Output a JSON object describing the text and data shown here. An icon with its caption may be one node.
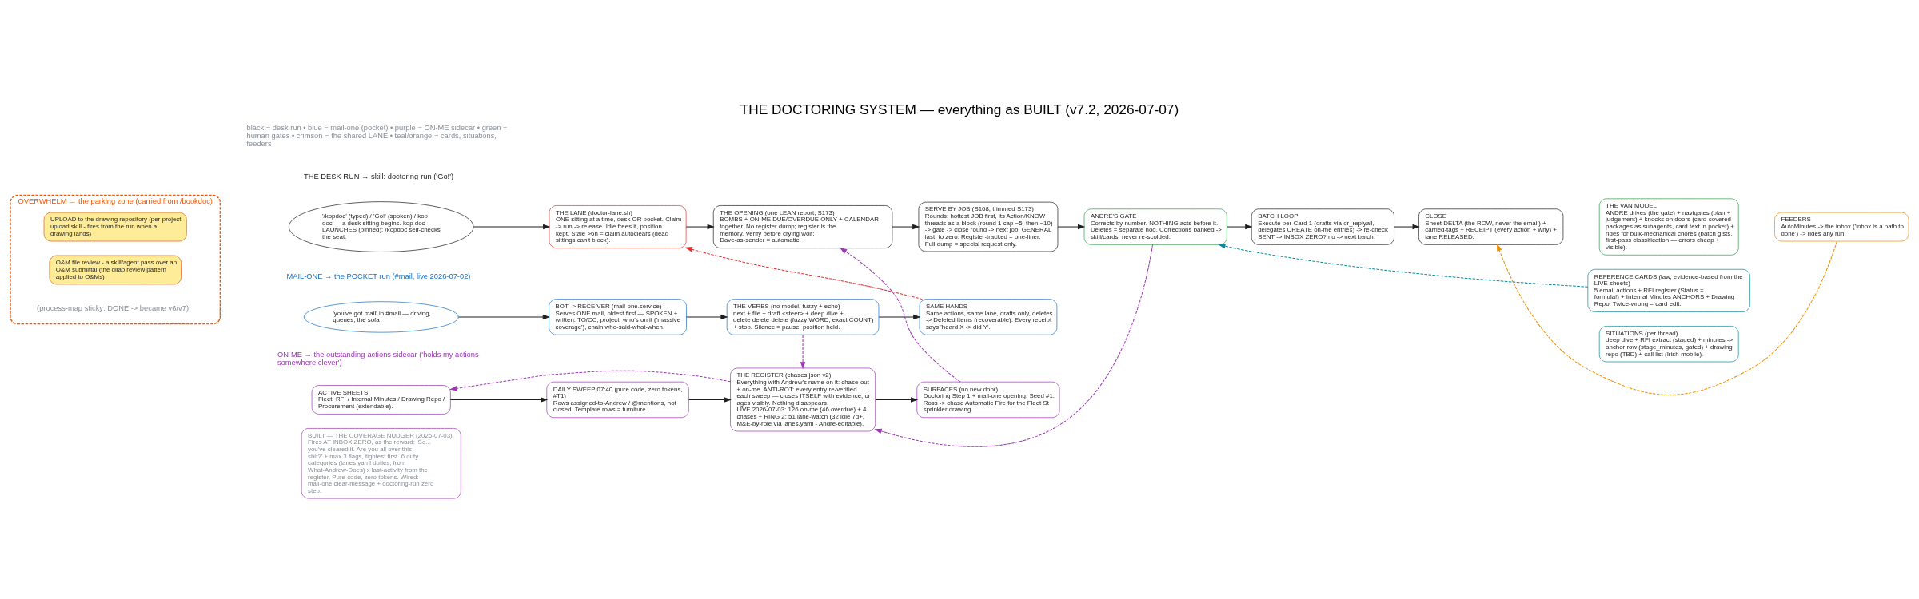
{
  "diagram": {
    "title": "THE DOCTORING SYSTEM — everything as BUILT (v7.2, 2026-07-07)",
    "nodes": [
      {
        "text": [
          "OVERWHELM → the parking zone (carried from /bookdoc)"
        ]
      },
      {
        "text": [
          "UPLOAD to the drawing repository (per-project upload skill - fires from the run when a drawing lands)"
        ],
        "in": 0
      },
      {
        "text": [
          "O&M file review - a skill/agent pass over an O&M submittal (the dilap review pattern applied to O&Ms)"
        ],
        "in": 0
      },
      {
        "text": [
          "'/kopdoc' (typed) / 'Go!' (spoken) / kop doc — a desk sitting begins. kop doc LAUNCHES (pinned); /kopdoc self-checks the seat."
        ]
      },
      {
        "text": [
          "THE LANE (doctor-lane.sh)",
          "ONE sitting at a time, desk OR pocket. Claim -> run -> release. Idle frees it, position kept. Stale >6h = claim autoclears (dead sittings can't block)."
        ]
      },
      {
        "text": [
          "THE OPENING (one LEAN report, S173)",
          "BOMBS + ON-ME DUE/OVERDUE ONLY + CALENDAR - together. No register dump; register is the memory. Verify before crying wolf; Dave-as-sender = automatic."
        ]
      },
      {
        "text": [
          "SERVE BY JOB (S168, trimmed S173)",
          "Rounds: hottest JOB first, its Action/KNOW threads as a block (round 1 cap ~5, then ~10) -> gate -> close round -> next job. GENERAL last, to zero. Register-tracked = one-liner. Full dump = special request only."
        ]
      },
      {
        "text": [
          "ANDRE'S GATE",
          "Corrects by number. NOTHING acts before it. Deletes = separate nod. Corrections banked -> skill/cards, never re-scolded."
        ]
      },
      {
        "text": [
          "BATCH LOOP",
          "Execute per Card 1 (drafts via dr_replyall, delegates CREATE on-me entries) -> re-check SENT -> INBOX ZERO? no -> next batch."
        ]
      },
      {
        "text": [
          "CLOSE",
          "Sheet DELTA (the ROW, never the email) + carried-tags + RECEIPT (every action + why) + lane RELEASED."
        ]
      },
      {
        "text": [
          "'you've got mail' in #mail — driving, queues, the sofa"
        ]
      },
      {
        "text": [
          "BOT -> RECEIVER (mail-one.service)",
          "Serves ONE mail, oldest first — SPOKEN + written: TO/CC, project, who's on it ('massive coverage'), chain who-said-what-when."
        ]
      },
      {
        "text": [
          "THE VERBS (no model, fuzzy + echo)",
          "next + file + draft <steer> + deep dive + delete delete delete (fuzzy WORD, exact COUNT) + stop. Silence = pause, position held."
        ]
      },
      {
        "text": [
          "SAME HANDS",
          "Same actions, same lane, drafts only, deletes -> Deleted Items (recoverable). Every receipt says 'heard X -> did Y'."
        ]
      },
      {
        "text": [
          "THE VAN MODEL",
          "ANDRE drives (the gate) + navigates (plan + judgement) + knocks on doors (card-covered packages as subagents, card text in pocket) + rides for bulk-mechanical chores (batch gists, first-pass classification — errors cheap + visible)."
        ]
      },
      {
        "text": [
          "FEEDERS",
          "AutoMinutes -> the inbox ('inbox is a path to done') -> rides any run."
        ]
      },
      {
        "text": [
          "REFERENCE CARDS (law, evidence-based from the LIVE sheets)",
          "5 email actions + RFI register (Status = formula!) + Internal Minutes ANCHORS + Drawing Repo. Twice-wrong = card edit."
        ]
      },
      {
        "text": [
          "ACTIVE SHEETS",
          "Fleet: RFI / Internal Minutes / Drawing Repo / Procurement (extendable)."
        ]
      },
      {
        "text": [
          "DAILY SWEEP 07:40 (pure code, zero tokens, #T1)",
          "Rows assigned-to-Andrew / @mentions, not closed. Template rows = furniture."
        ]
      },
      {
        "text": [
          "THE REGISTER (chases.json v2)",
          "Everything with Andrew's name on it: chase-out + on-me. ANTI-ROT: every entry re-verified each sweep — closes ITSELF with evidence, or ages visibly. Nothing disappears.",
          "LIVE 2026-07-03: 126 on-me (46 overdue) + 4 chases + RING 2: 51 lane-watch (32 idle 7d+, M&E-by-role via lanes.yaml - Andre-editable)."
        ]
      },
      {
        "text": [
          "SURFACES (no new door)",
          "Doctoring Step 1 + mail-one opening. Seed #1: Ross -> chase Automatic Fire for the Fleet St sprinkler drawing."
        ]
      },
      {
        "text": [
          "SITUATIONS (per thread)",
          "deep dive + RFI extract (staged) + minutes -> anchor row (stage_minutes, gated) + drawing repo (TBD) + call list (Irish-mobile)."
        ]
      },
      {
        "text": [
          "BUILT — THE COVERAGE NUDGER (2026-07-03)",
          "Fires AT INBOX ZERO, as the reward: 'So... you've cleared it. Are you all over this shit?' + max 3 flags, tightest first. 6 duty categories (lanes.yaml duties; from What-Andrew-Does) x last-activity from the register. Pure code, zero tokens. Wired: mail-one clear-message + doctoring-run zero step."
        ]
      }
    ],
    "edges": [
      {
        "from": 3,
        "to": 4,
        "arrow": "to"
      },
      {
        "from": 4,
        "to": 5,
        "arrow": "to"
      },
      {
        "from": 5,
        "to": 6,
        "arrow": "to"
      },
      {
        "from": 6,
        "to": 7,
        "arrow": "to"
      },
      {
        "from": 7,
        "to": 8,
        "arrow": "to"
      },
      {
        "from": 8,
        "to": 9,
        "arrow": "to"
      },
      {
        "from": 10,
        "to": 11,
        "arrow": "to"
      },
      {
        "from": 11,
        "to": 12,
        "arrow": "to"
      },
      {
        "from": 12,
        "to": 13,
        "arrow": "to"
      },
      {
        "from": 17,
        "to": 18,
        "arrow": "to"
      },
      {
        "from": 18,
        "to": 19,
        "arrow": "to"
      },
      {
        "from": 19,
        "to": 20,
        "arrow": "to"
      },
      {
        "from": 13,
        "to": 4,
        "arrow": "to",
        "style": "dashed",
        "color": "#e03131"
      },
      {
        "from": 20,
        "to": 5,
        "arrow": "to",
        "style": "dashed",
        "color": "#9c36b5"
      },
      {
        "from": 7,
        "to": 19,
        "arrow": "to",
        "style": "dashed",
        "color": "#9c36b5"
      },
      {
        "from": 12,
        "to": 19,
        "arrow": "to",
        "style": "dashed",
        "color": "#9c36b5"
      },
      {
        "from": 19,
        "to": 17,
        "arrow": "to",
        "style": "dashed",
        "color": "#9c36b5"
      },
      {
        "from": 16,
        "to": 7,
        "arrow": "to",
        "style": "dashed",
        "color": "#0c8599"
      },
      {
        "from": 15,
        "to": 9,
        "arrow": "to",
        "style": "dashed",
        "color": "#f08c00"
      }
    ],
    "labels": [
      "black = desk run • blue = mail-one (pocket) • purple = ON-ME sidecar • green = human gates • crimson = the shared LANE • teal/orange = cards, situations, feeders",
      "THE DESK RUN → skill: doctoring-run ('Go!')",
      "MAIL-ONE → the POCKET run (#mail, live 2026-07-02)",
      "ON-ME → the outstanding-actions sidecar ('holds my actions somewhere clever')",
      "(process-map sticky: DONE -> became v6/v7)"
    ]
  }
}
